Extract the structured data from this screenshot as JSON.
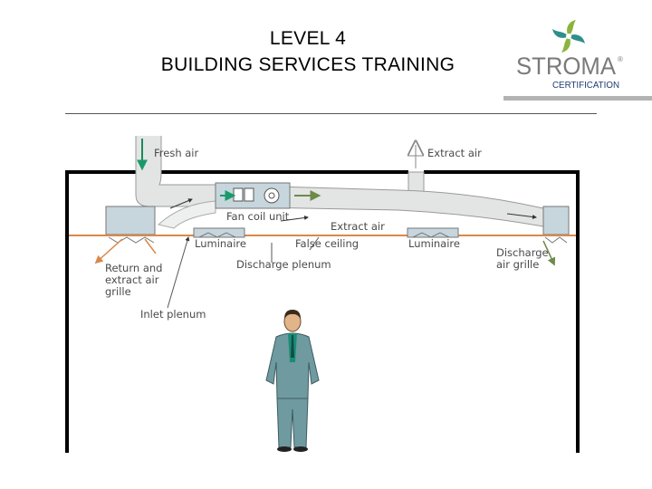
{
  "header": {
    "title_line1": "LEVEL 4",
    "title_line2": "BUILDING SERVICES TRAINING"
  },
  "logo": {
    "wordmark": "STROMA",
    "sub": "CERTIFICATION",
    "registered": "®",
    "colors": {
      "green": "#8cb43c",
      "teal": "#2f8f8a",
      "navy": "#1f3b73",
      "grey": "#7a7a7a"
    }
  },
  "diagram": {
    "labels": {
      "fresh_air": "Fresh air",
      "extract_air_top": "Extract air",
      "fan_coil_unit": "Fan coil unit",
      "extract_air_mid": "Extract air",
      "luminaire_left": "Luminaire",
      "false_ceiling": "False ceiling",
      "luminaire_right": "Luminaire",
      "discharge_plenum": "Discharge plenum",
      "return_grille_1": "Return and",
      "return_grille_2": "extract air",
      "return_grille_3": "grille",
      "discharge_grille_1": "Discharge",
      "discharge_grille_2": "air grille",
      "inlet_plenum": "Inlet plenum"
    },
    "colors": {
      "wall": "#000000",
      "ceiling": "#d9884a",
      "duct": "#d9dcdc",
      "unit": "#c7d6dd",
      "supply_arrow": "#1a9a6a",
      "extract_arrow": "#6d8a4a",
      "fresh_arrow": "#1a8a5a",
      "orange_arrow": "#d9884a",
      "person_suit": "#6f9aa0",
      "person_shirt": "#1c8c78"
    }
  }
}
